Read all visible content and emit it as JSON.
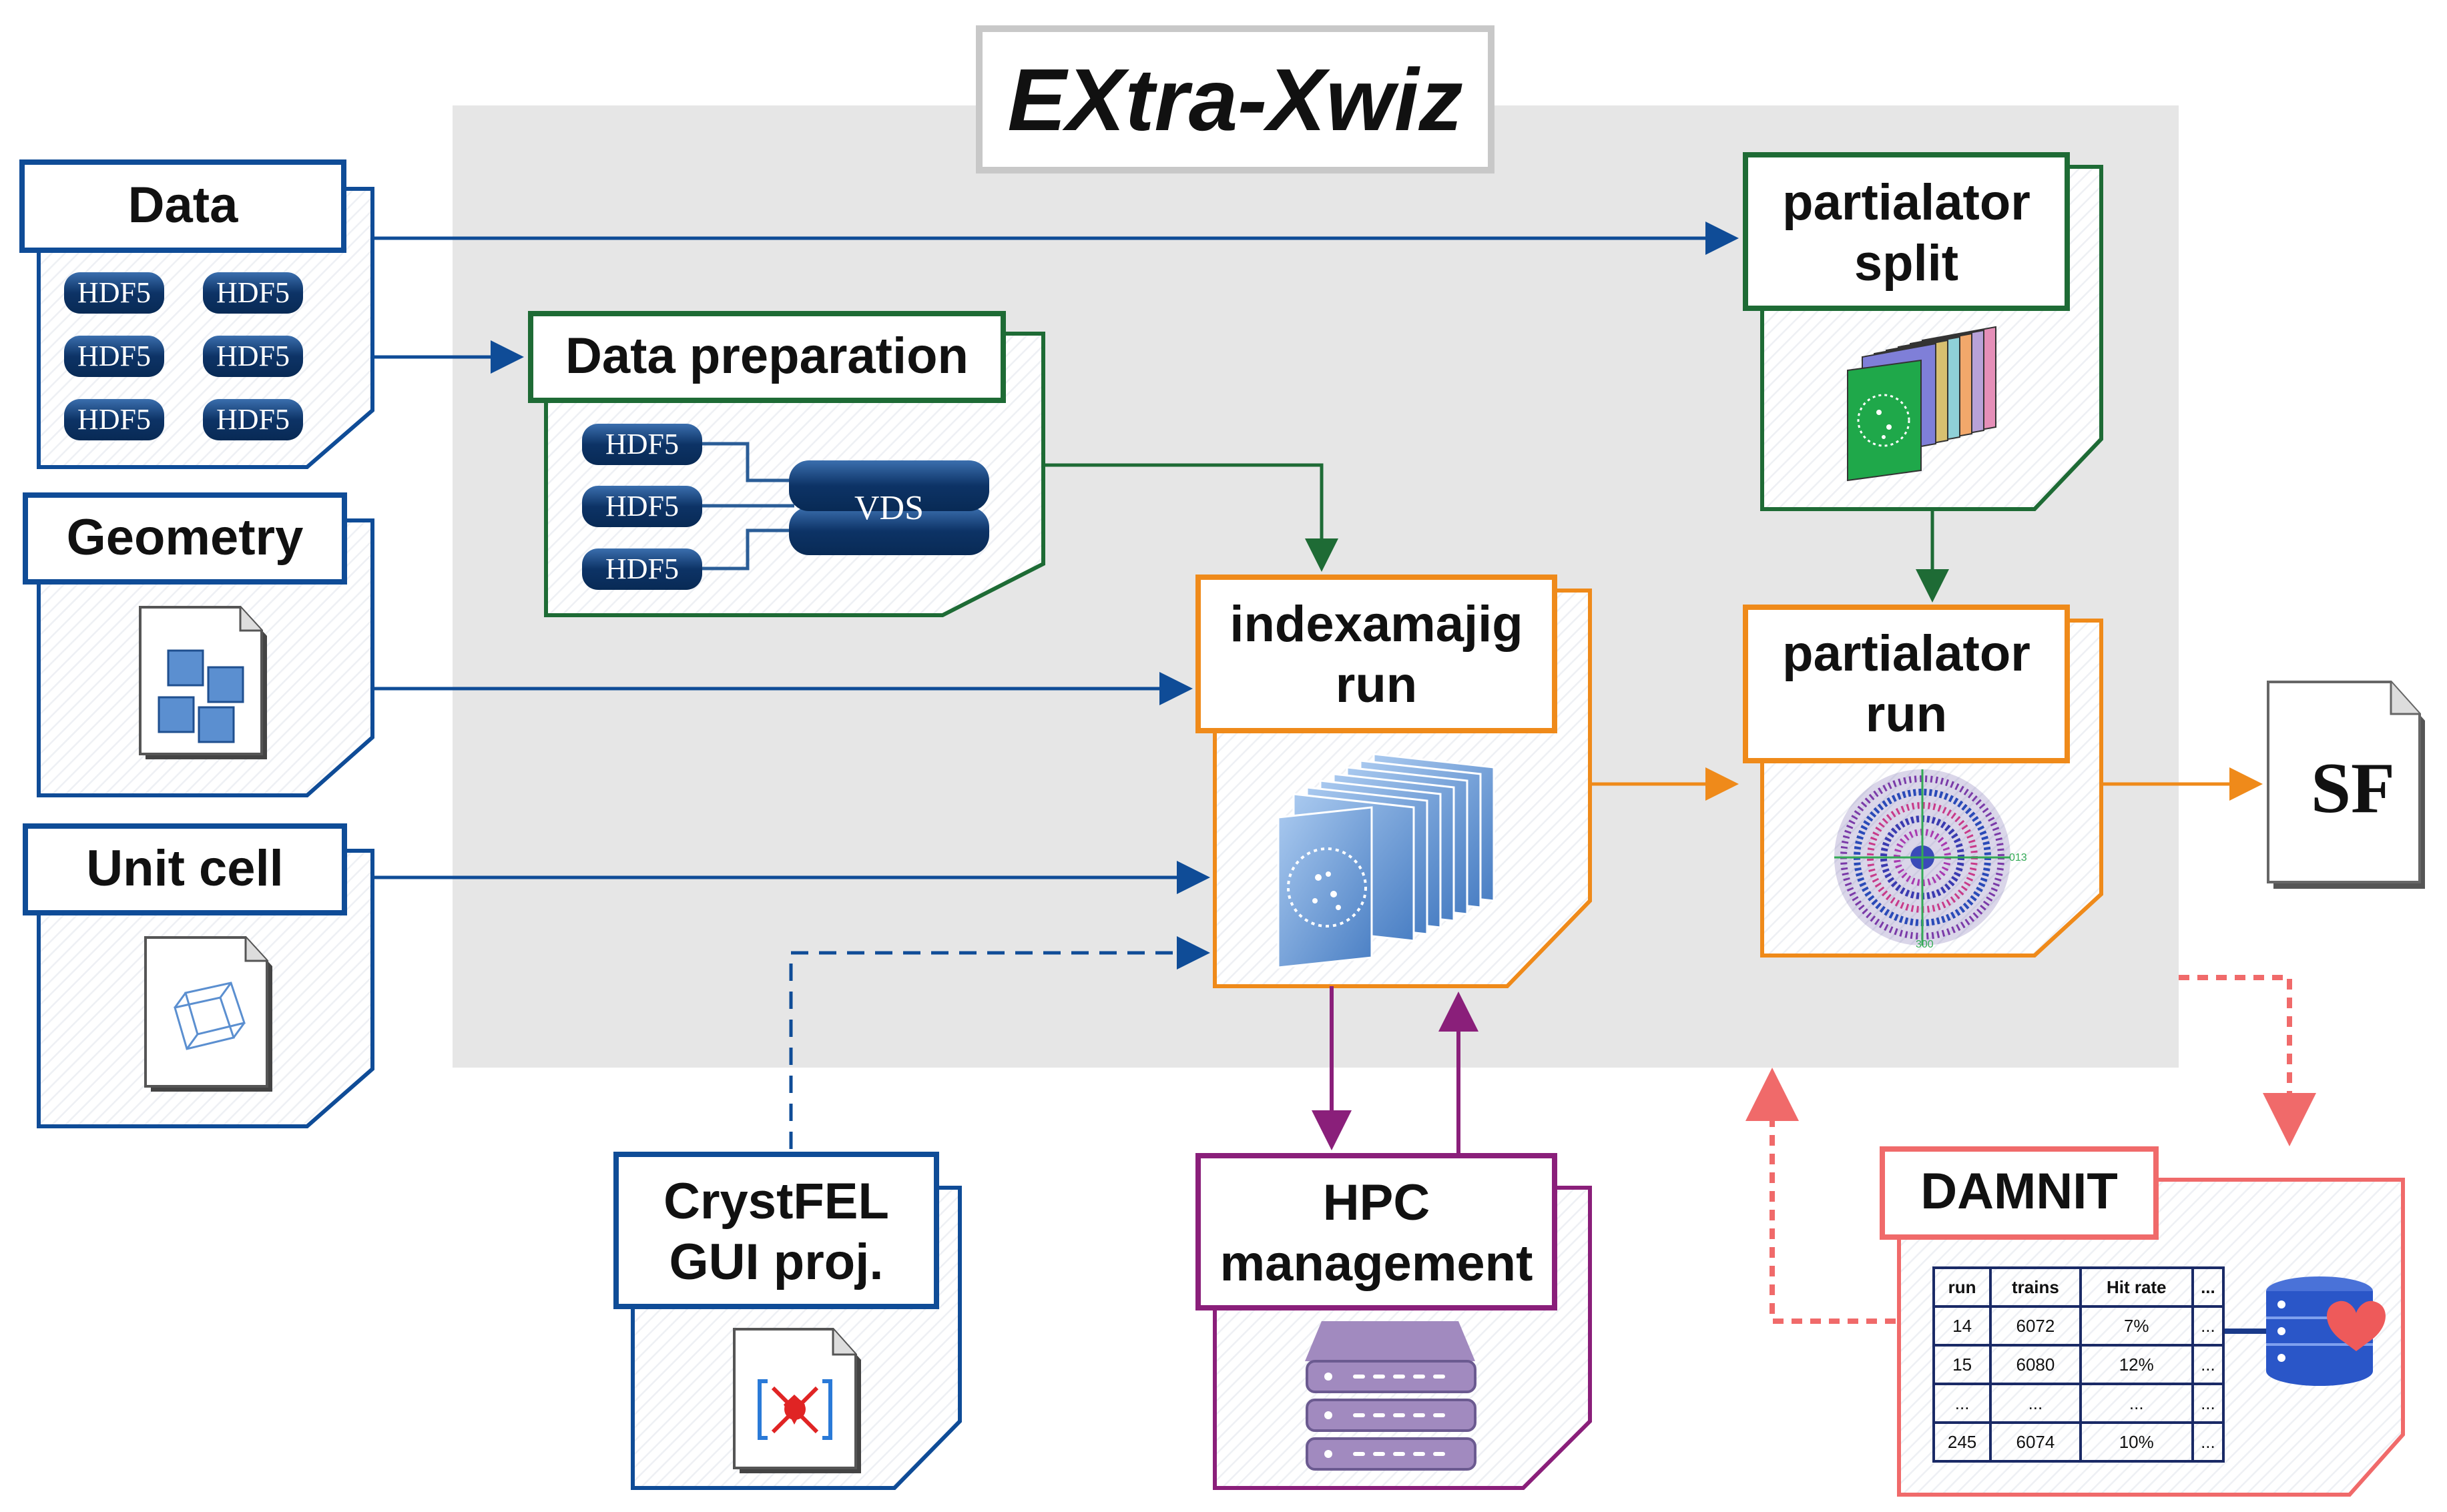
{
  "title": "EXtra-Xwiz",
  "boxes": {
    "data": "Data",
    "geometry": "Geometry",
    "unit_cell": "Unit cell",
    "data_preparation": "Data preparation",
    "indexamajig": [
      "indexamajig",
      "run"
    ],
    "partialator_split": [
      "partialator",
      "split"
    ],
    "partialator_run": [
      "partialator",
      "run"
    ],
    "crystfel_gui": [
      "CrystFEL",
      "GUI proj."
    ],
    "hpc": [
      "HPC",
      "management"
    ],
    "damnit": "DAMNIT"
  },
  "hdf5_label": "HDF5",
  "vds_label": "VDS",
  "sf_label": "SF",
  "reflection_labels": [
    "013",
    "300"
  ],
  "damnit_table": {
    "headers": [
      "run",
      "trains",
      "Hit rate",
      "..."
    ],
    "rows": [
      [
        "14",
        "6072",
        "7%",
        "..."
      ],
      [
        "15",
        "6080",
        "12%",
        "..."
      ],
      [
        "...",
        "...",
        "...",
        "..."
      ],
      [
        "245",
        "6074",
        "10%",
        "..."
      ]
    ]
  },
  "colors": {
    "blue": "#0f4c97",
    "green": "#1e6b35",
    "orange": "#ef8a1a",
    "purple": "#8a1f7a",
    "red": "#f06a6a",
    "gray_panel": "#e6e6e6"
  },
  "icons": [
    "database-icon",
    "file-geometry-icon",
    "file-cell-icon",
    "file-crystfel-icon",
    "server-icon",
    "database-heart-icon",
    "file-sf-icon",
    "diffraction-stack-icon",
    "reflection-map-icon"
  ]
}
